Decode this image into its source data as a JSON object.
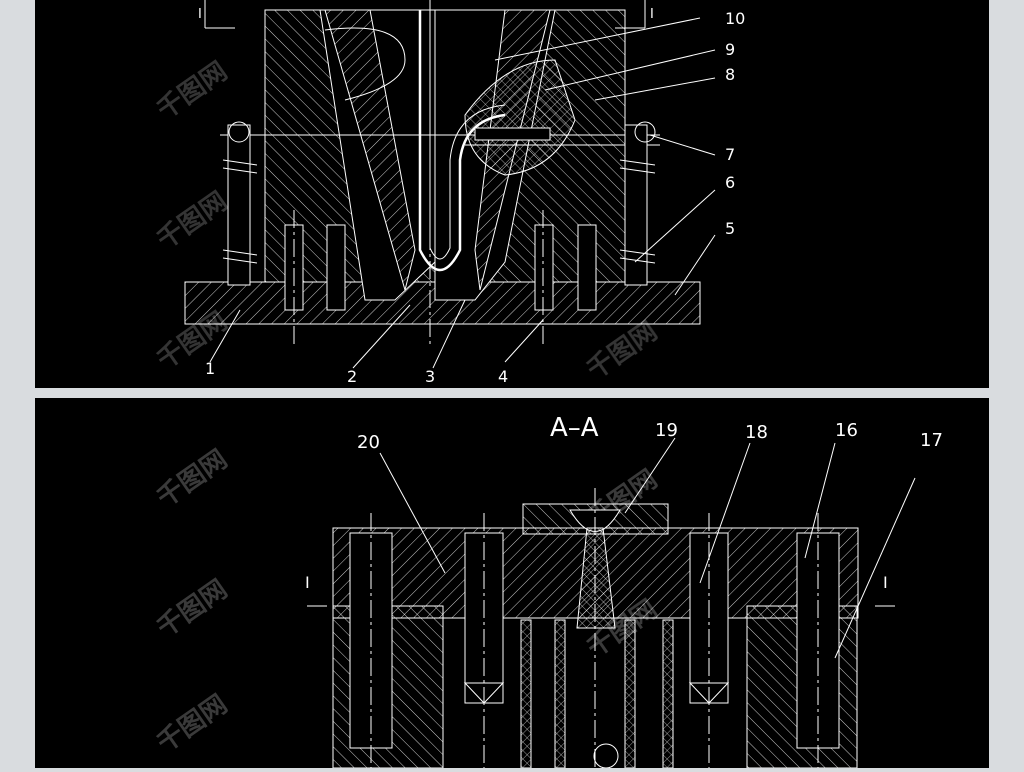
{
  "drawing": {
    "top_view": {
      "callouts": [
        "1",
        "2",
        "3",
        "4",
        "5",
        "6",
        "7",
        "8",
        "9",
        "10"
      ],
      "section_marks": [
        "I",
        "I"
      ]
    },
    "bottom_view": {
      "section_title": "A–A",
      "callouts": [
        "20",
        "19",
        "18",
        "16",
        "17"
      ],
      "section_marks": [
        "I",
        "I"
      ]
    }
  },
  "watermark": {
    "text": "千图网",
    "logo_icon": "qiantu-logo-icon"
  },
  "colors": {
    "background": "#000000",
    "lines": "#ffffff",
    "frame": "#d9dcdf",
    "watermark": "#3a3a3a"
  }
}
